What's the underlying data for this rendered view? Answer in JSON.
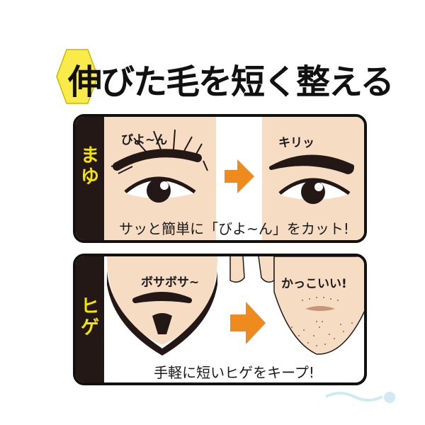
{
  "title": {
    "highlight_char": "伸",
    "rest": "びた毛を短く整える",
    "hex_color": "#f9ec4a"
  },
  "panels": [
    {
      "tab_label": "まゆ",
      "before_label": "びよ~ん",
      "after_label": "キリッ",
      "caption": "サッと簡単に「びよ~ん」をカット!",
      "arrow_icon": "arrow-right-icon"
    },
    {
      "tab_label": "ヒゲ",
      "before_label": "ボサボサ~",
      "after_label": "かっこいい!",
      "caption": "手軽に短いヒゲをキープ!",
      "arrow_icon": "arrow-right-icon"
    }
  ],
  "colors": {
    "skin": "#f7dcc4",
    "arrow": "#ee8a1e",
    "tab": "#231815",
    "tab_text": "#f5e400"
  }
}
